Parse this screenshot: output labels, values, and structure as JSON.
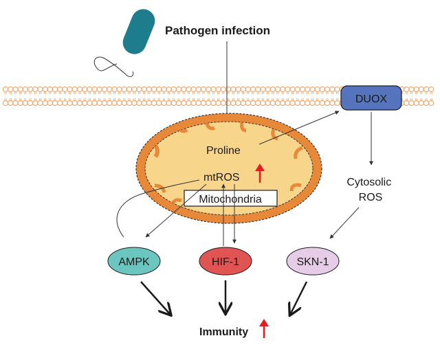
{
  "labels": {
    "pathogen": "Pathogen infection",
    "duox": "DUOX",
    "proline": "Proline",
    "mtros": "mtROS",
    "mitochondria": "Mitochondria",
    "cytosolic_line1": "Cytosolic",
    "cytosolic_line2": "ROS",
    "ampk": "AMPK",
    "hif1": "HIF-1",
    "skn1": "SKN-1",
    "immunity": "Immunity"
  },
  "colors": {
    "membrane": "#f0a468",
    "mito_outer": "#e8893a",
    "mito_inner": "#f7d58a",
    "bacterium": "#1e7d8c",
    "duox_fill": "#5673bd",
    "ampk_fill": "#6cc6c0",
    "hif1_fill": "#e05454",
    "skn1_fill": "#e6cce6",
    "up_arrow": "#e21f1f",
    "line": "#333333"
  },
  "icons": {
    "bacterium": "rod-bacterium-icon",
    "membrane": "lipid-bilayer-icon",
    "up_arrow": "up-arrow-icon"
  }
}
